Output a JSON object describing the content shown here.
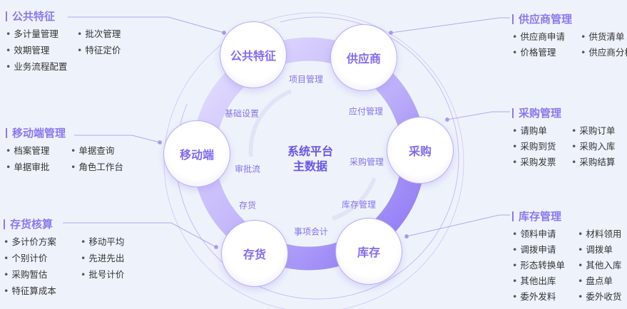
{
  "center": {
    "line1": "系统平台",
    "line2": "主数据"
  },
  "nodes": {
    "common": "公共特征",
    "supplier": "供应商",
    "purchase": "采购",
    "warehouse": "库存",
    "inventory": "存货",
    "mobile": "移动端"
  },
  "ring_labels": [
    "项目管理",
    "基础设置",
    "应付管理",
    "审批流",
    "采购管理",
    "存货",
    "库存管理",
    "事项会计"
  ],
  "panels": {
    "common": {
      "title": "公共特征",
      "items": [
        "多计量管理",
        "批次管理",
        "效期管理",
        "特征定价",
        "业务流程配置"
      ]
    },
    "mobile": {
      "title": "移动端管理",
      "items": [
        "档案管理",
        "单据查询",
        "单据审批",
        "角色工作台"
      ]
    },
    "inventory": {
      "title": "存货核算",
      "items": [
        "多计价方案",
        "移动平均",
        "个别计价",
        "先进先出",
        "采购暂估",
        "批号计价",
        "特征算成本"
      ]
    },
    "supplier": {
      "title": "供应商管理",
      "items": [
        "供应商申请",
        "供货清单",
        "价格管理",
        "供应商分析"
      ]
    },
    "purchase": {
      "title": "采购管理",
      "items": [
        "请购单",
        "采购订单",
        "采购到货",
        "采购入库",
        "采购发票",
        "采购结算"
      ]
    },
    "warehouse": {
      "title": "库存管理",
      "items": [
        "领料申请",
        "材料领用",
        "调拨申请",
        "调拨单",
        "形态转换单",
        "其他入库",
        "其他出库",
        "盘点单",
        "委外发料",
        "委外收货"
      ]
    }
  },
  "colors": {
    "accent": "#8b78f0",
    "ring_light": "#ddd6fc",
    "ring_dark": "#8e78f5",
    "background": "#eef3fb"
  }
}
